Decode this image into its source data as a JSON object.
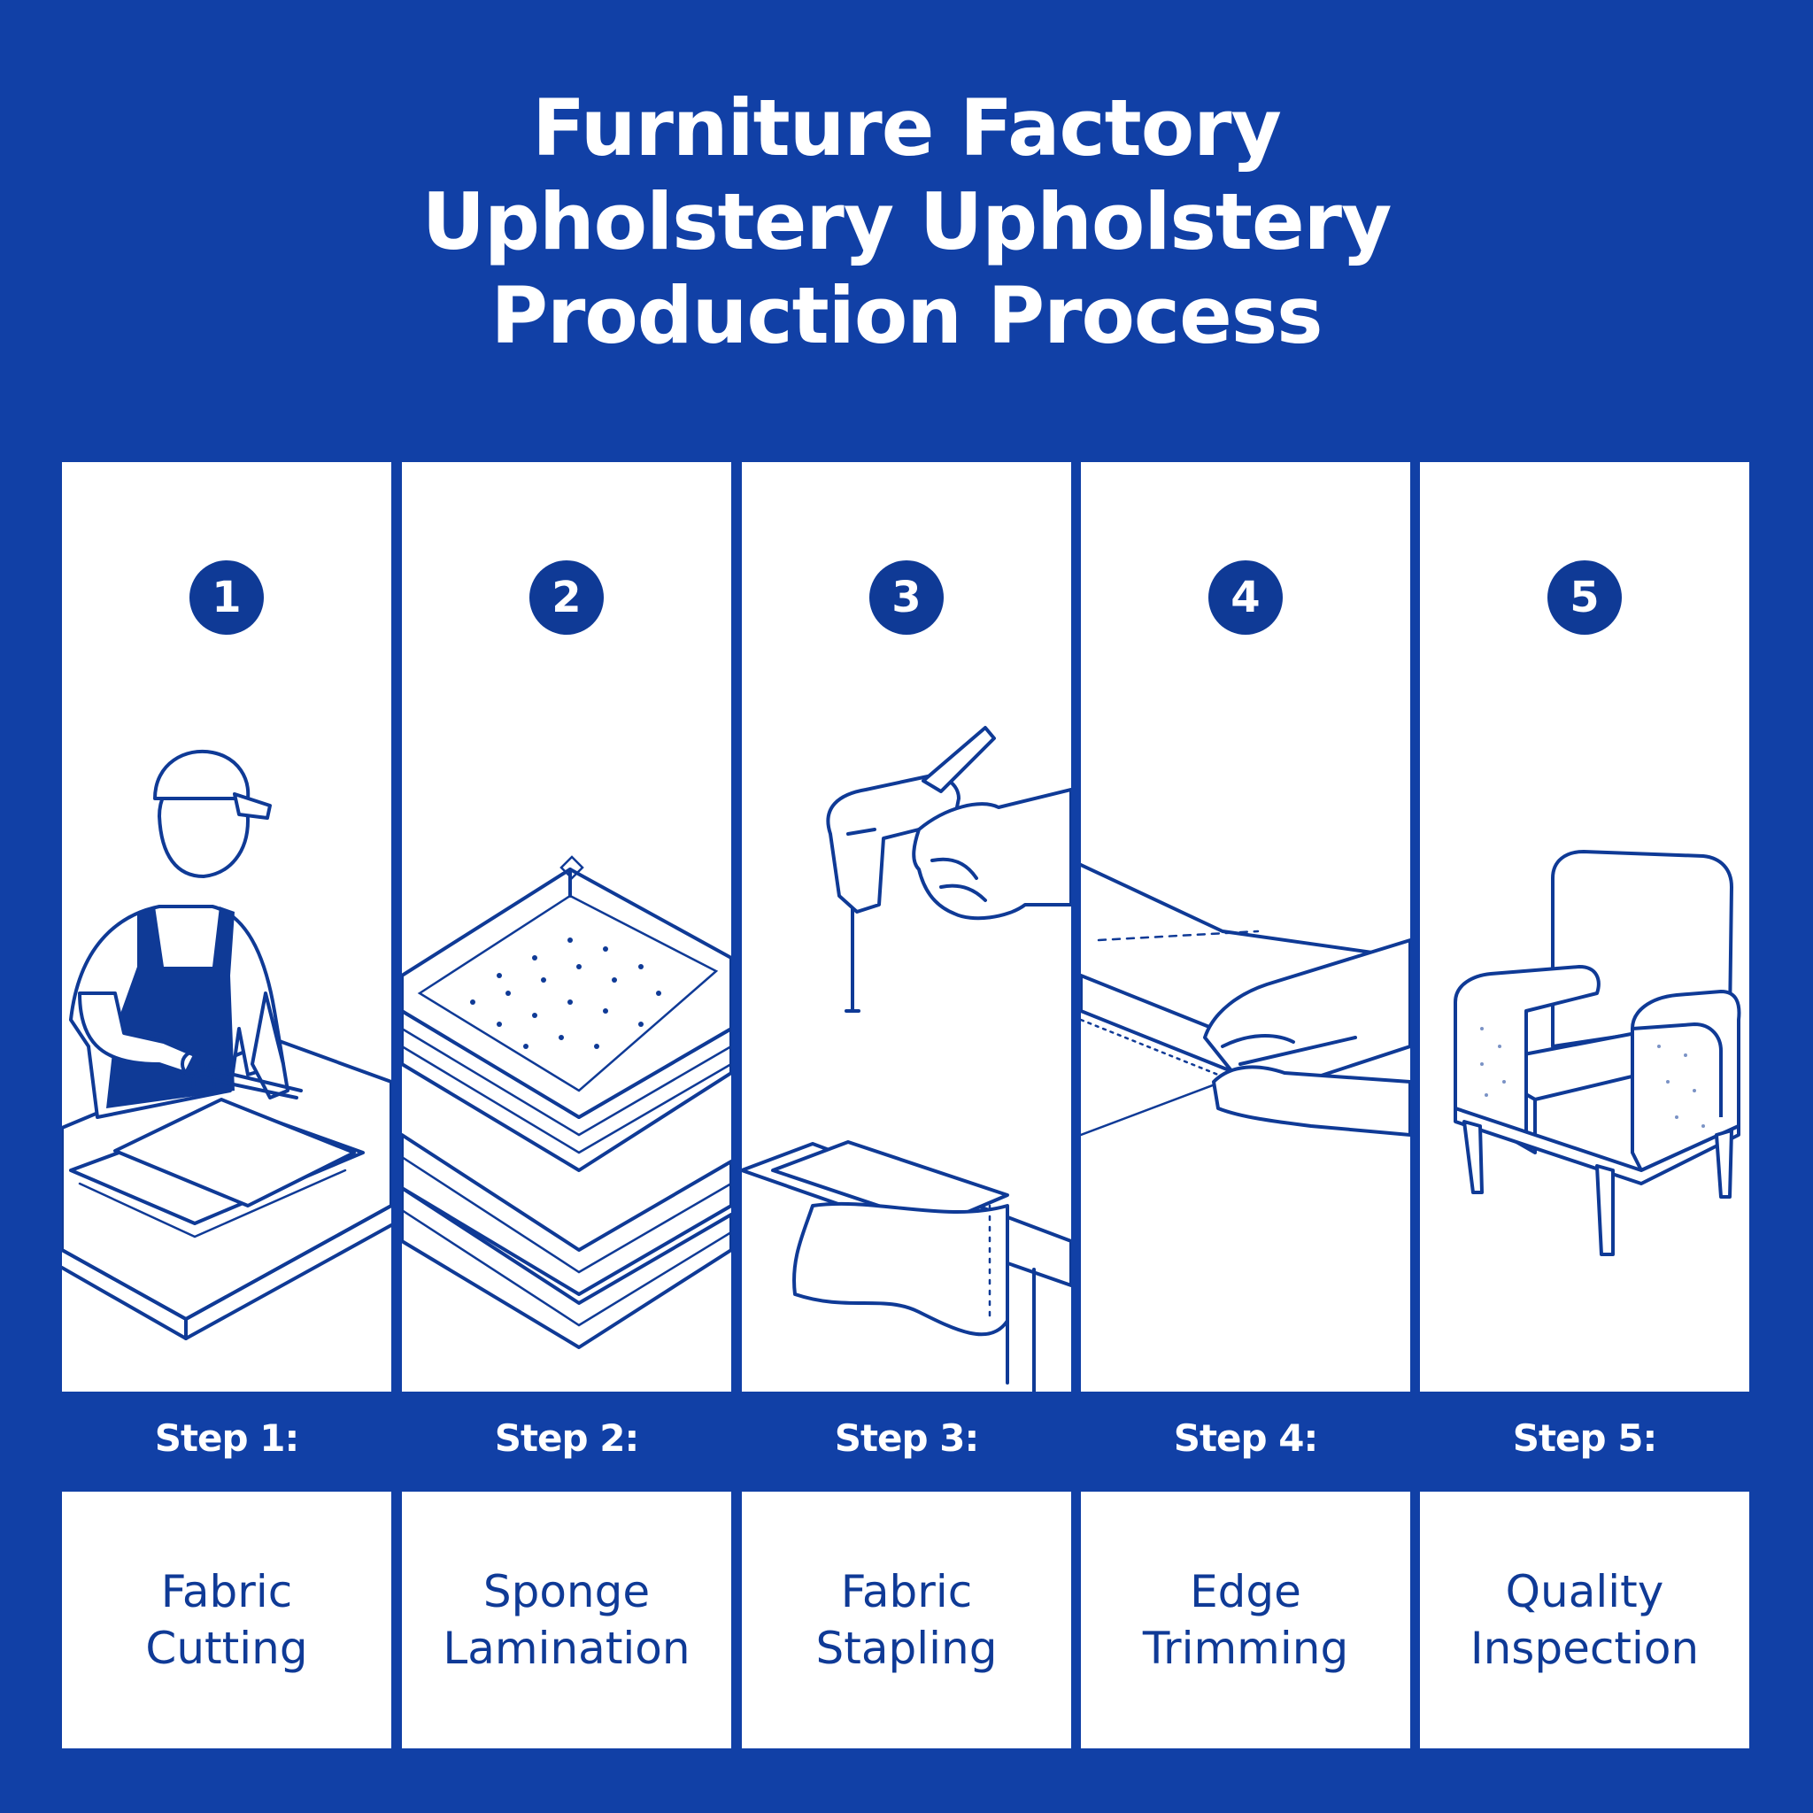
{
  "title": {
    "line1": "Furniture Factory",
    "line2": "Upholstery Upholstery",
    "line3": "Production Process"
  },
  "colors": {
    "background": "#1140a6",
    "accent": "#0f3a96",
    "panel": "#ffffff"
  },
  "steps": [
    {
      "number": "1",
      "label": "Step 1:",
      "name": "Fabric\nCutting",
      "icon": "worker-cutting-fabric-icon"
    },
    {
      "number": "2",
      "label": "Step 2:",
      "name": "Sponge\nLamination",
      "icon": "sponge-layers-icon"
    },
    {
      "number": "3",
      "label": "Step 3:",
      "name": "Fabric\nStapling",
      "icon": "staple-gun-icon"
    },
    {
      "number": "4",
      "label": "Step 4:",
      "name": "Edge\nTrimming",
      "icon": "hand-trimming-edge-icon"
    },
    {
      "number": "5",
      "label": "Step 5:",
      "name": "Quality\nInspection",
      "icon": "armchair-icon"
    }
  ]
}
